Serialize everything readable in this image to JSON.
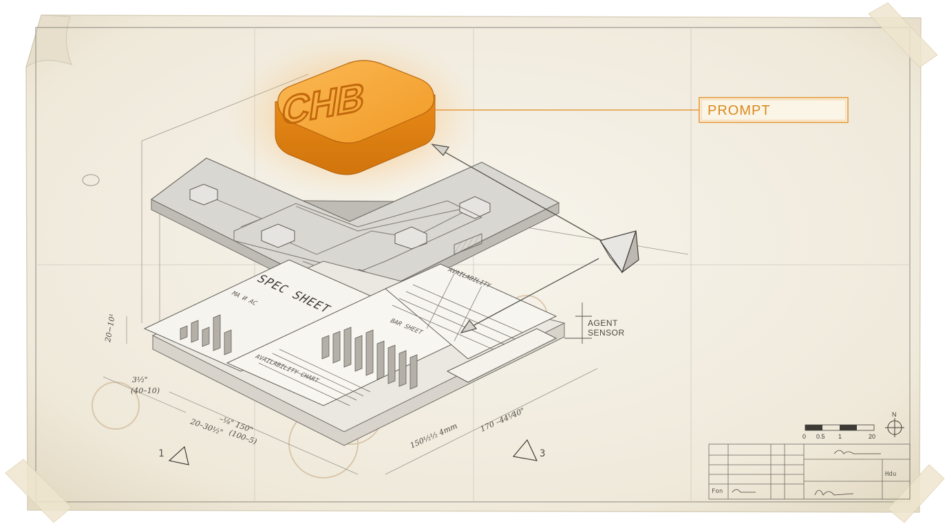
{
  "labels": {
    "prompt": "PROMPT",
    "agent_line1": "AGENT",
    "agent_line2": "SENSOR",
    "logo_letters": "CHB"
  },
  "sheets": {
    "spec_sheet": "SPEC SHEET",
    "spec_sub": "MA И AC",
    "availability_top": "AVAILABILITY",
    "bar_sheet": "BAR SHEET",
    "availability_chart": "AVAILABILITY CHART"
  },
  "dimensions": {
    "left_height": "3¹⁄₂\"",
    "left_height_sub": "(40–10)",
    "width_a": "20–30¹⁄₂\"",
    "width_a2": "–¹⁄₈\" 150\"",
    "width_a3": "(100–5)",
    "width_b": "150¹⁄₂¹⁄₂ 4mm",
    "width_c": "170 –44¹⁄40\"",
    "side_note": "20−10¹"
  },
  "view_markers": {
    "marker_1": "1",
    "marker_3": "3"
  },
  "scale_bar": {
    "ticks": [
      "0",
      "0.5",
      "1",
      "20"
    ],
    "north": "N"
  },
  "title_block": {
    "row_label": "Fon",
    "cell_note": "Hdu"
  },
  "colors": {
    "paper": "#f3efe4",
    "accent_orange": "#f0a23a",
    "ink": "#4a4640",
    "tape": "#e8dfc6"
  }
}
